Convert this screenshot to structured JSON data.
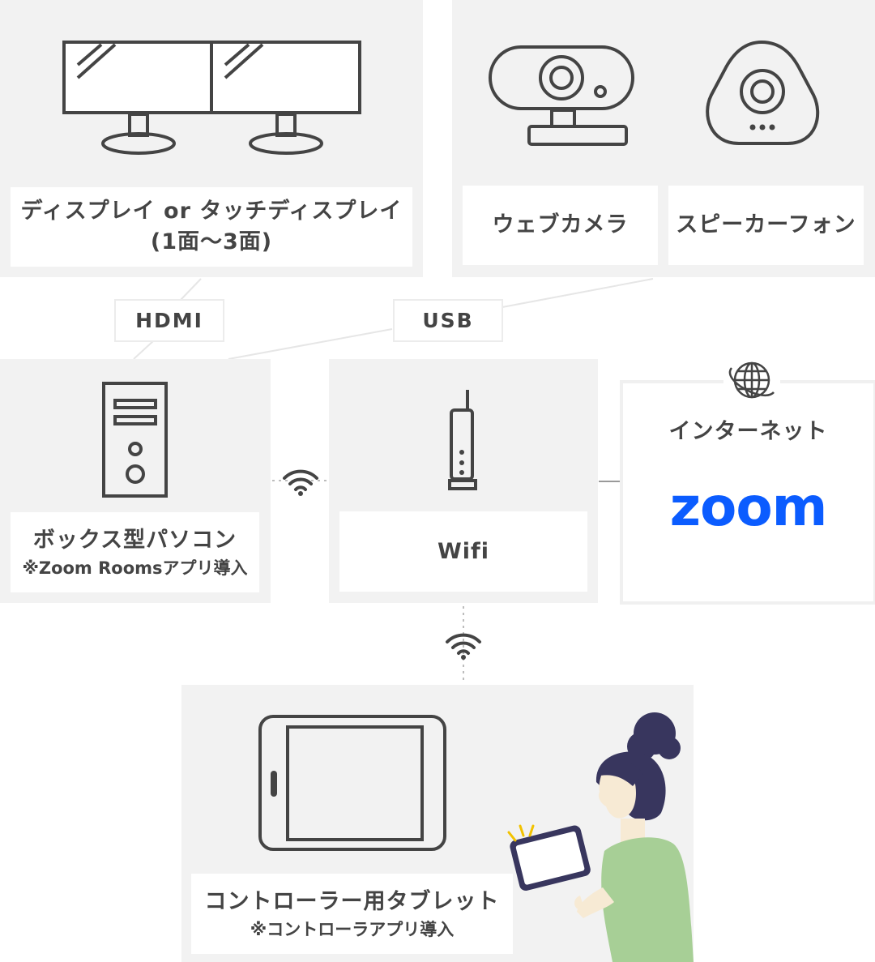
{
  "display": {
    "line1": "ディスプレイ or タッチディスプレイ",
    "line2": "(1面〜3面)"
  },
  "webcam": {
    "label": "ウェブカメラ"
  },
  "speakerphone": {
    "label": "スピーカーフォン"
  },
  "connections": {
    "hdmi": "HDMI",
    "usb": "USB"
  },
  "pc": {
    "label": "ボックス型パソコン",
    "note": "※Zoom Roomsアプリ導入"
  },
  "router": {
    "label": "Wifi"
  },
  "internet": {
    "label": "インターネット",
    "brand": "zoom",
    "brand_color": "#0b5cff"
  },
  "tablet": {
    "label": "コントローラー用タブレット",
    "note": "※コントローラアプリ導入"
  },
  "icons": [
    "dual-monitor-icon",
    "webcam-icon",
    "speakerphone-icon",
    "tower-pc-icon",
    "wifi-router-icon",
    "globe-icon",
    "wifi-signal-icon",
    "tablet-icon"
  ],
  "colors": {
    "panel": "#f2f2f2",
    "line": "#444444",
    "hair": "#38365e",
    "shirt": "#a7cf96",
    "skin": "#f7ead4",
    "accent": "#f2c200"
  }
}
